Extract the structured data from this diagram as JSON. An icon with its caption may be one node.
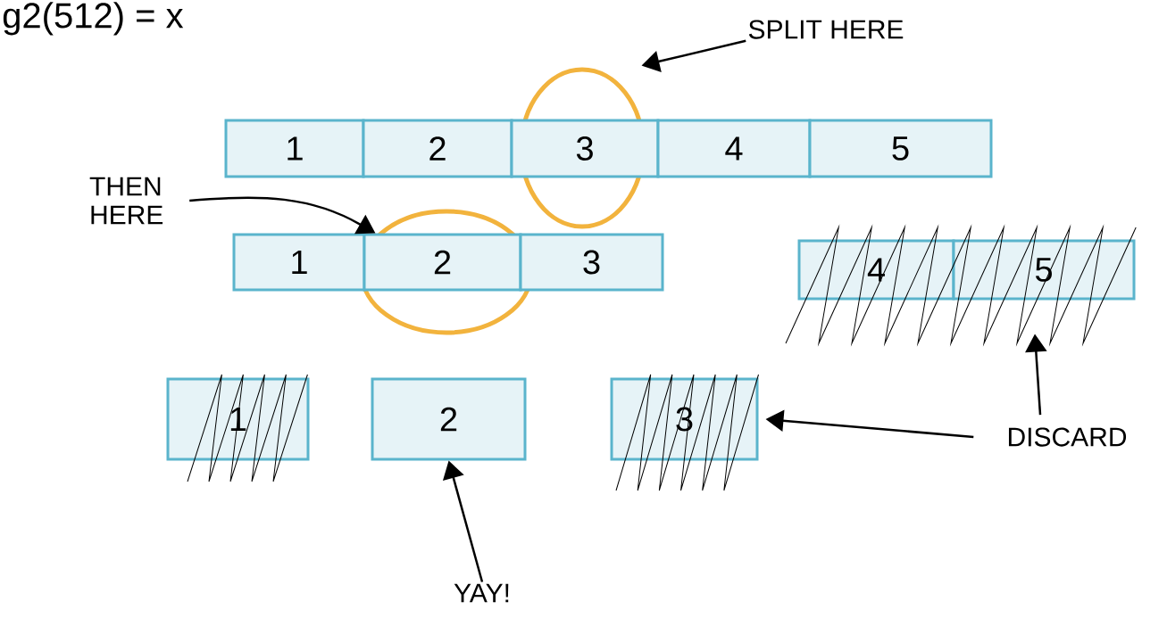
{
  "diagram": {
    "nodes": [
      {
        "text": [
          "1"
        ]
      },
      {
        "text": [
          "2"
        ]
      },
      {
        "text": [
          "3"
        ]
      },
      {
        "text": [
          "4"
        ]
      },
      {
        "text": [
          "5"
        ]
      },
      {
        "text": [
          "1"
        ]
      },
      {
        "text": [
          "2"
        ]
      },
      {
        "text": [
          "3"
        ]
      },
      {
        "text": [
          "4"
        ]
      },
      {
        "text": [
          "5"
        ]
      },
      {
        "text": [
          "1"
        ]
      },
      {
        "text": [
          "2"
        ]
      },
      {
        "text": [
          "3"
        ]
      },
      {
        "text": [
          "SPLIT HERE"
        ]
      },
      {
        "text": [
          "THEN HERE"
        ]
      },
      {
        "text": [
          "DISCARD"
        ]
      },
      {
        "text": [
          "YAY!"
        ]
      }
    ],
    "edges": [
      {
        "from": 13,
        "to": 2,
        "arrow": "to"
      },
      {
        "from": 14,
        "to": 6,
        "arrow": "to"
      },
      {
        "from": 15,
        "to": 12,
        "arrow": "to"
      },
      {
        "from": 15,
        "to": 9,
        "arrow": "to"
      },
      {
        "from": 16,
        "to": 11,
        "arrow": "to"
      }
    ],
    "labels": [
      "g2(512) = x"
    ]
  }
}
